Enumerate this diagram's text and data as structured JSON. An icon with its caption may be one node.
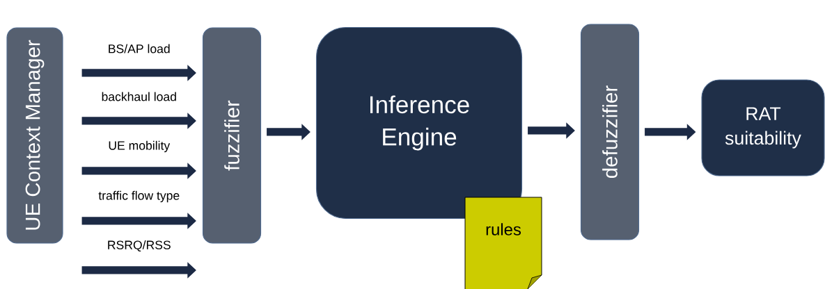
{
  "diagram": {
    "nodes": [
      {
        "text": [
          "UE Context Manager"
        ]
      },
      {
        "text": [
          "fuzzifier"
        ]
      },
      {
        "text": [
          "Inference Engine"
        ]
      },
      {
        "text": [
          "rules"
        ]
      },
      {
        "text": [
          "defuzzifier"
        ]
      },
      {
        "text": [
          "RAT suitability"
        ]
      }
    ],
    "edges": [
      {
        "from": 0,
        "to": 1,
        "arrow": "to",
        "label": "BS/AP load"
      },
      {
        "from": 0,
        "to": 1,
        "arrow": "to",
        "label": "backhaul load"
      },
      {
        "from": 0,
        "to": 1,
        "arrow": "to",
        "label": "UE mobility"
      },
      {
        "from": 0,
        "to": 1,
        "arrow": "to",
        "label": "traffic flow type"
      },
      {
        "from": 0,
        "to": 1,
        "arrow": "to",
        "label": "RSRQ/RSS"
      },
      {
        "from": 1,
        "to": 2,
        "arrow": "to"
      },
      {
        "from": 2,
        "to": 4,
        "arrow": "to"
      },
      {
        "from": 4,
        "to": 5,
        "arrow": "to"
      }
    ]
  }
}
